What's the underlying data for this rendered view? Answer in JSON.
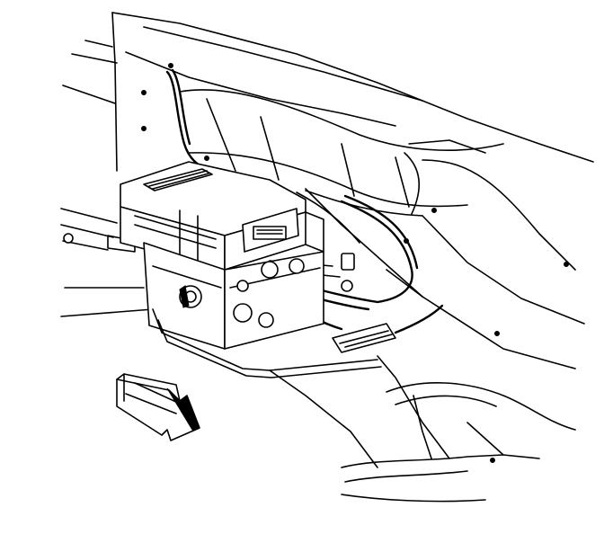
{
  "diagram": {
    "colors": {
      "line": "#000000",
      "background": "#ffffff"
    },
    "components": [
      "frame-rail",
      "brake-modulator-assembly",
      "electronic-control-unit",
      "brake-pipes",
      "mounting-bracket",
      "direction-arrow"
    ]
  }
}
